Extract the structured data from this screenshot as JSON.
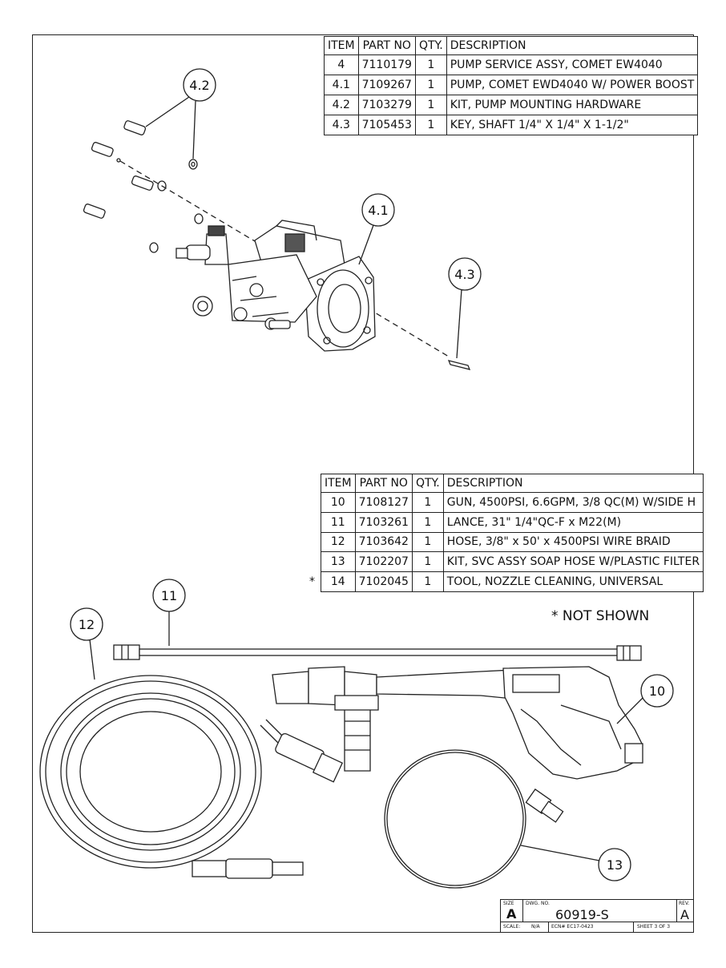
{
  "table1": {
    "headers": [
      "ITEM",
      "PART NO",
      "QTY.",
      "DESCRIPTION"
    ],
    "rows": [
      [
        "4",
        "7110179",
        "1",
        "PUMP SERVICE ASSY, COMET EW4040"
      ],
      [
        "4.1",
        "7109267",
        "1",
        "PUMP, COMET EWD4040 W/ POWER BOOST"
      ],
      [
        "4.2",
        "7103279",
        "1",
        "KIT, PUMP MOUNTING HARDWARE"
      ],
      [
        "4.3",
        "7105453",
        "1",
        "KEY, SHAFT 1/4\" X 1/4\" X 1-1/2\""
      ]
    ]
  },
  "table2": {
    "headers": [
      "ITEM",
      "PART NO",
      "QTY.",
      "DESCRIPTION"
    ],
    "rows": [
      [
        "10",
        "7108127",
        "1",
        "GUN, 4500PSI, 6.6GPM, 3/8 QC(M) W/SIDE H"
      ],
      [
        "11",
        "7103261",
        "1",
        "LANCE, 31\" 1/4\"QC-F x M22(M)"
      ],
      [
        "12",
        "7103642",
        "1",
        "HOSE, 3/8\" x 50' x 4500PSI WIRE BRAID"
      ],
      [
        "13",
        "7102207",
        "1",
        "KIT, SVC ASSY SOAP HOSE W/PLASTIC FILTER"
      ],
      [
        "14",
        "7102045",
        "1",
        "TOOL, NOZZLE CLEANING, UNIVERSAL"
      ]
    ],
    "asterisk": "*"
  },
  "note": "* NOT SHOWN",
  "balloons": {
    "b42": "4.2",
    "b41": "4.1",
    "b43": "4.3",
    "b11": "11",
    "b12": "12",
    "b10": "10",
    "b13": "13"
  },
  "title_block": {
    "size_label": "SIZE",
    "size": "A",
    "dwg_label": "DWG. NO.",
    "dwg_no": "60919-S",
    "rev_label": "REV.",
    "rev": "A",
    "scale_label": "SCALE:",
    "scale": "N/A",
    "ecn": "ECN# EC17-0423",
    "sheet": "SHEET 3 OF 3"
  }
}
